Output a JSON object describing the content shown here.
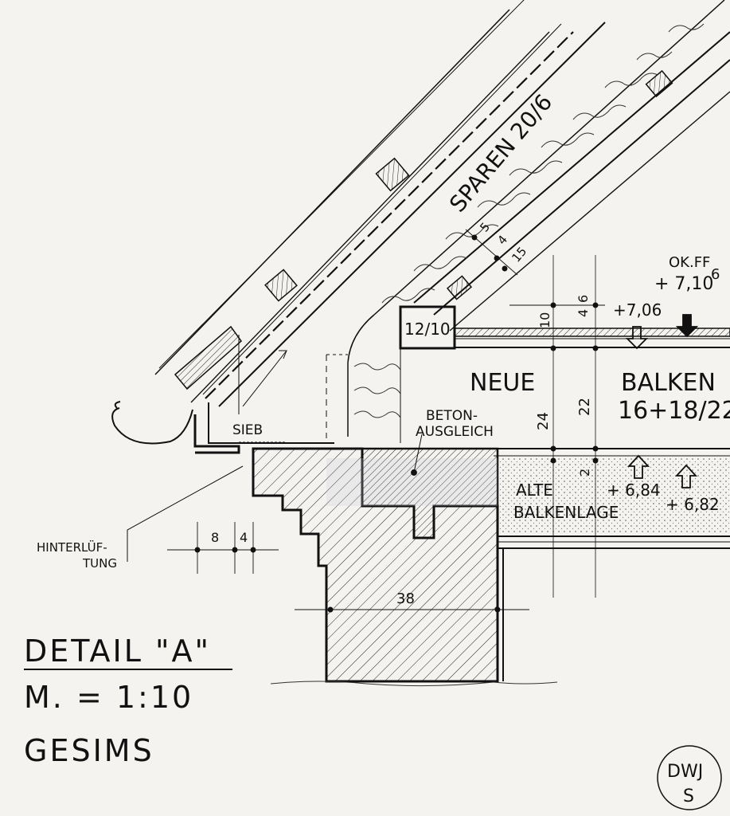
{
  "drawing": {
    "title": "DETAIL \"A\"",
    "scale": "M. = 1:10",
    "subtitle": "GESIMS",
    "stamp": {
      "line1": "DWJ",
      "line2": "S"
    }
  },
  "labels": {
    "sparren": "SPAREN 20/6",
    "beam_12_10": "12/10",
    "neue": "NEUE",
    "balken": "BALKEN",
    "balken_size": "16+18/22",
    "beton1": "BETON-",
    "beton2": "AUSGLEICH",
    "alte": "ALTE",
    "balkenlage": "BALKENLAGE",
    "sieb": "SIEB",
    "hinter1": "HINTERLÜF-",
    "hinter2": "TUNG",
    "okff": "OK.FF",
    "okff_sup": "6"
  },
  "levels": {
    "l710": "+ 7,10",
    "l706": "+7,06",
    "l684": "+ 6,84",
    "l682": "+ 6,82"
  },
  "dims": {
    "d5": "5",
    "d4a": "4",
    "d15": "15",
    "d10": "10",
    "d4b": "4",
    "d6": "6",
    "d24": "24",
    "d22": "22",
    "d2": "2",
    "d8": "8",
    "d4c": "4",
    "d38": "38"
  }
}
